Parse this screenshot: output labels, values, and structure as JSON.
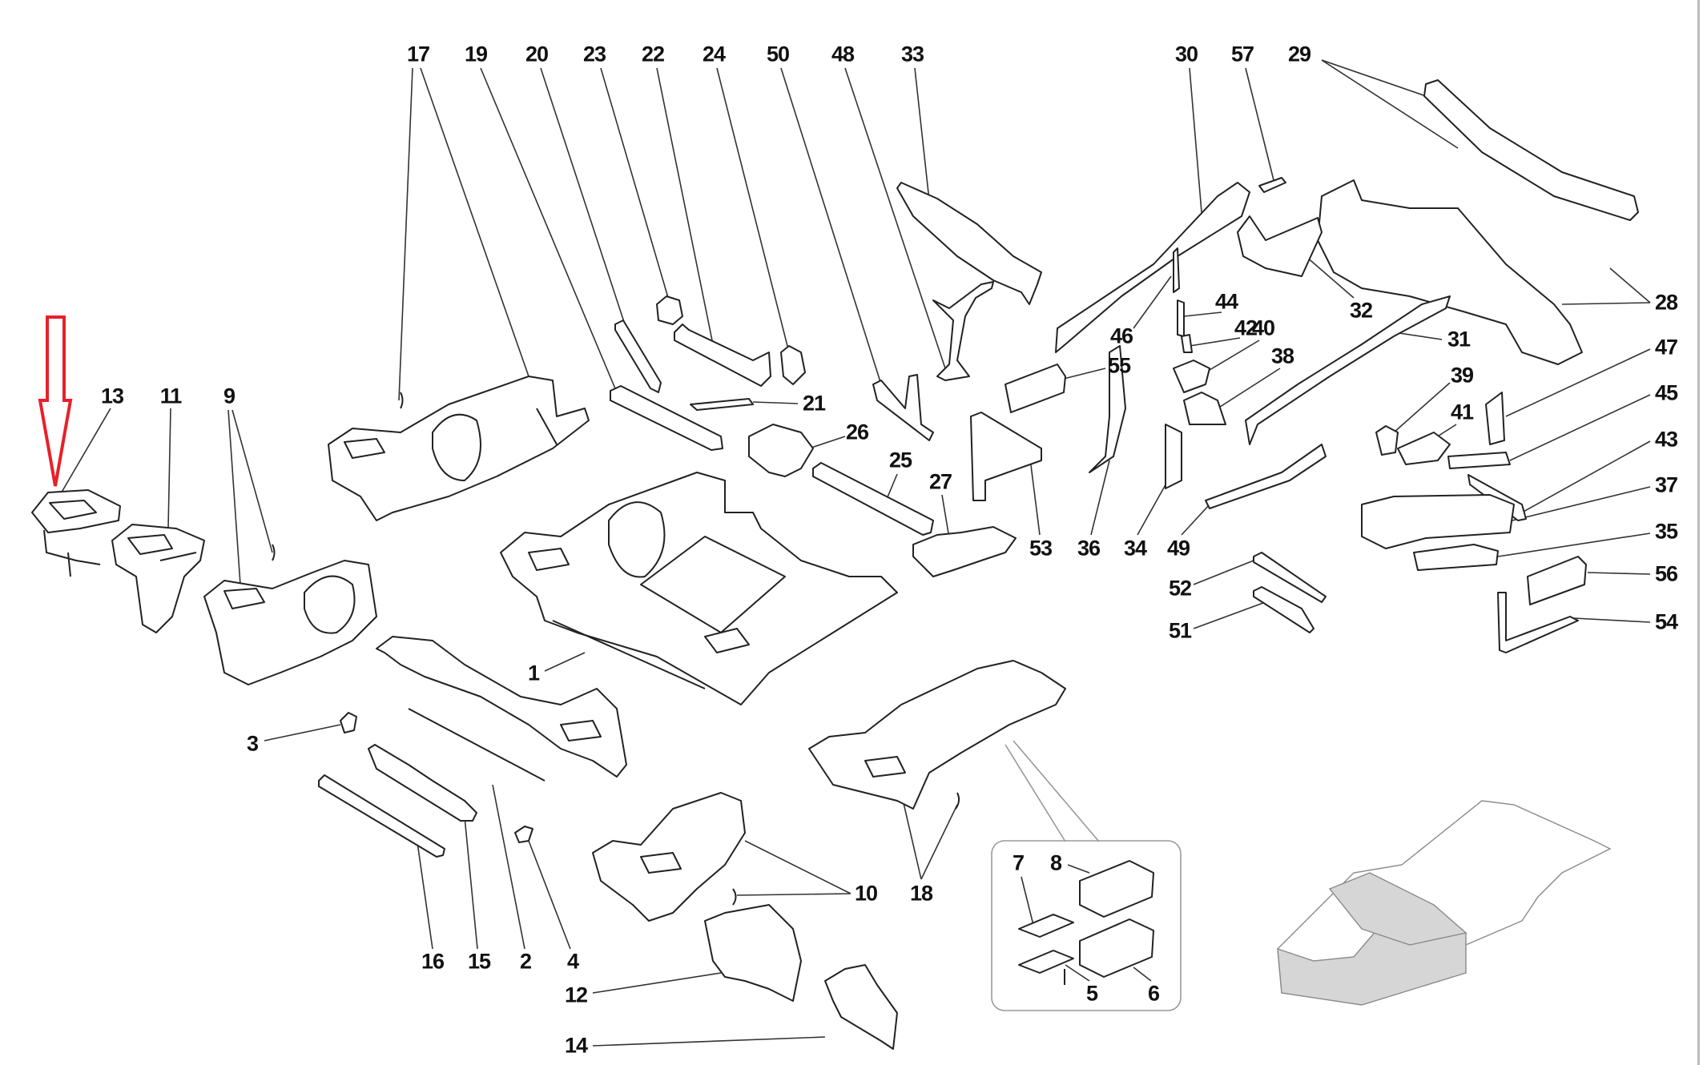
{
  "diagram": {
    "type": "exploded-parts-diagram",
    "subject": "Car chassis / body structure — front frame components",
    "highlight_arrow": {
      "color": "#e8202a",
      "direction": "down",
      "points_to_part": "13"
    },
    "accent_colors": {
      "line": "#222222",
      "label": "#111111",
      "thumbnail_fill": "#d6d6d6",
      "thumbnail_line": "#8a8a8a",
      "inset_border": "#9a9a9a"
    },
    "labels": [
      {
        "id": "17",
        "text": "17"
      },
      {
        "id": "19",
        "text": "19"
      },
      {
        "id": "20",
        "text": "20"
      },
      {
        "id": "23",
        "text": "23"
      },
      {
        "id": "22",
        "text": "22"
      },
      {
        "id": "24",
        "text": "24"
      },
      {
        "id": "50",
        "text": "50"
      },
      {
        "id": "48",
        "text": "48"
      },
      {
        "id": "33",
        "text": "33"
      },
      {
        "id": "30",
        "text": "30"
      },
      {
        "id": "57",
        "text": "57"
      },
      {
        "id": "29",
        "text": "29"
      },
      {
        "id": "13",
        "text": "13"
      },
      {
        "id": "11",
        "text": "11"
      },
      {
        "id": "9",
        "text": "9"
      },
      {
        "id": "21",
        "text": "21"
      },
      {
        "id": "26",
        "text": "26"
      },
      {
        "id": "25",
        "text": "25"
      },
      {
        "id": "27",
        "text": "27"
      },
      {
        "id": "55",
        "text": "55"
      },
      {
        "id": "46",
        "text": "46"
      },
      {
        "id": "44",
        "text": "44"
      },
      {
        "id": "42",
        "text": "42"
      },
      {
        "id": "40",
        "text": "40"
      },
      {
        "id": "38",
        "text": "38"
      },
      {
        "id": "32",
        "text": "32"
      },
      {
        "id": "31",
        "text": "31"
      },
      {
        "id": "28",
        "text": "28"
      },
      {
        "id": "47",
        "text": "47"
      },
      {
        "id": "45",
        "text": "45"
      },
      {
        "id": "43",
        "text": "43"
      },
      {
        "id": "37",
        "text": "37"
      },
      {
        "id": "35",
        "text": "35"
      },
      {
        "id": "56",
        "text": "56"
      },
      {
        "id": "54",
        "text": "54"
      },
      {
        "id": "39",
        "text": "39"
      },
      {
        "id": "41",
        "text": "41"
      },
      {
        "id": "53",
        "text": "53"
      },
      {
        "id": "36",
        "text": "36"
      },
      {
        "id": "34",
        "text": "34"
      },
      {
        "id": "49",
        "text": "49"
      },
      {
        "id": "52",
        "text": "52"
      },
      {
        "id": "51",
        "text": "51"
      },
      {
        "id": "1",
        "text": "1"
      },
      {
        "id": "3",
        "text": "3"
      },
      {
        "id": "16",
        "text": "16"
      },
      {
        "id": "15",
        "text": "15"
      },
      {
        "id": "2",
        "text": "2"
      },
      {
        "id": "4",
        "text": "4"
      },
      {
        "id": "10",
        "text": "10"
      },
      {
        "id": "18",
        "text": "18"
      },
      {
        "id": "12",
        "text": "12"
      },
      {
        "id": "14",
        "text": "14"
      },
      {
        "id": "7",
        "text": "7"
      },
      {
        "id": "8",
        "text": "8"
      },
      {
        "id": "5",
        "text": "5"
      },
      {
        "id": "6",
        "text": "6"
      }
    ],
    "inset": {
      "name": "fastener-kit-inset",
      "parts": [
        "7",
        "8",
        "5",
        "6"
      ]
    },
    "thumbnail": {
      "name": "full-chassis-locator",
      "highlighted_region": "front-structure"
    }
  }
}
